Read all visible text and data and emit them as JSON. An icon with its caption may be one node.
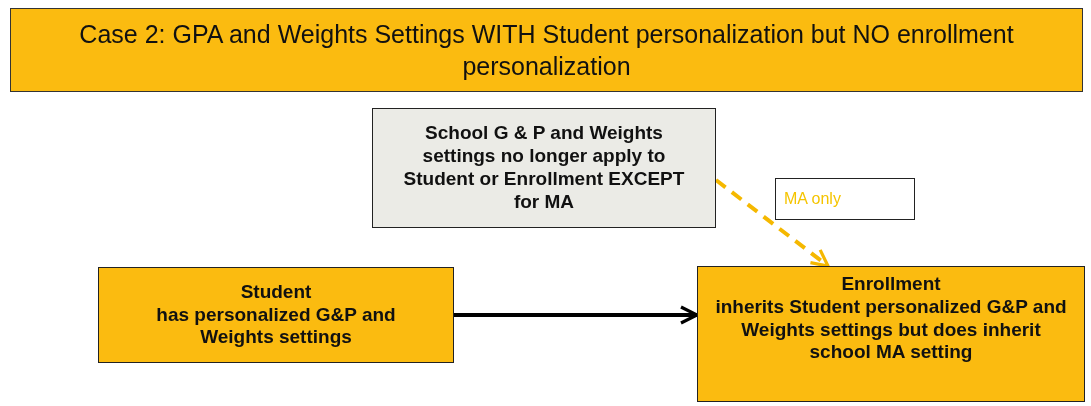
{
  "diagram": {
    "title": "Case 2: GPA and Weights Settings WITH Student personalization but NO enrollment personalization",
    "nodes": [
      {
        "text": [
          "School G & P and Weights settings no longer apply to Student or Enrollment EXCEPT for MA"
        ]
      },
      {
        "text": [
          "MA only"
        ]
      },
      {
        "text": [
          "Student",
          "has personalized G&P and Weights settings"
        ]
      },
      {
        "text": [
          "Enrollment",
          "inherits Student personalized G&P and Weights settings but does inherit school MA setting"
        ]
      }
    ],
    "edges": [
      {
        "from": 0,
        "to": 3,
        "arrow": "to",
        "style": "dashed",
        "color": "#f5b800"
      },
      {
        "from": 2,
        "to": 3,
        "arrow": "to",
        "color": "#000000"
      }
    ]
  }
}
